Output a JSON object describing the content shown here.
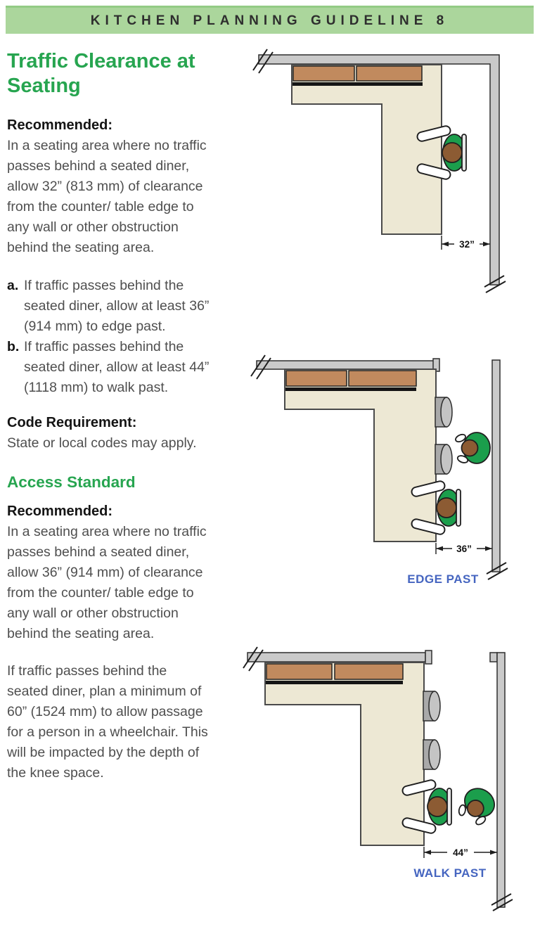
{
  "header": {
    "title": "KITCHEN PLANNING GUIDELINE 8"
  },
  "article": {
    "title": "Traffic Clearance at Seating",
    "recommended_label": "Recommended:",
    "recommended_text": "In a seating area where no traffic passes behind a seated diner, allow 32” (813 mm) of clearance from the counter/ table edge to any wall or other obstruction behind the seating area.",
    "items": [
      {
        "marker": "a.",
        "text": "If traffic passes behind the seated diner, allow at least 36” (914 mm) to edge past."
      },
      {
        "marker": "b.",
        "text": "If traffic passes behind the seated diner, allow at least 44” (1118 mm) to walk past."
      }
    ],
    "code_label": "Code Requirement:",
    "code_text": "State or local codes may apply.",
    "access_title": "Access Standard",
    "access_recommended_label": "Recommended:",
    "access_text": "In a seating area where no traffic passes behind a seated diner, allow 36” (914 mm) of clearance from the counter/ table edge to any wall or other obstruction behind the seating area.",
    "wheelchair_text": "If traffic passes behind the seated diner, plan a minimum of 60” (1524 mm) to allow passage for a person in a wheelchair. This will be impacted by the depth of the knee space."
  },
  "diagrams": [
    {
      "name": "no-traffic-plan",
      "dimension": "32”",
      "label": ""
    },
    {
      "name": "edge-past-plan",
      "dimension": "36”",
      "label": "EDGE PAST"
    },
    {
      "name": "walk-past-plan",
      "dimension": "44”",
      "label": "WALK PAST"
    }
  ],
  "colors": {
    "header_band": "#ABD69C",
    "header_text": "#2E2E2E",
    "heading_green": "#27A550",
    "body_text": "#4F4F4F",
    "bold_text": "#141414",
    "diagram_label_blue": "#4565C0",
    "counter_fill": "#EDE8D4",
    "cabinet_fill": "#C18A5E",
    "wall_fill": "#CACACA",
    "person_green": "#1B9E4C",
    "head_brown": "#8C5B33",
    "stool_gray": "#A9A9A9",
    "dimension_black": "#111111"
  }
}
